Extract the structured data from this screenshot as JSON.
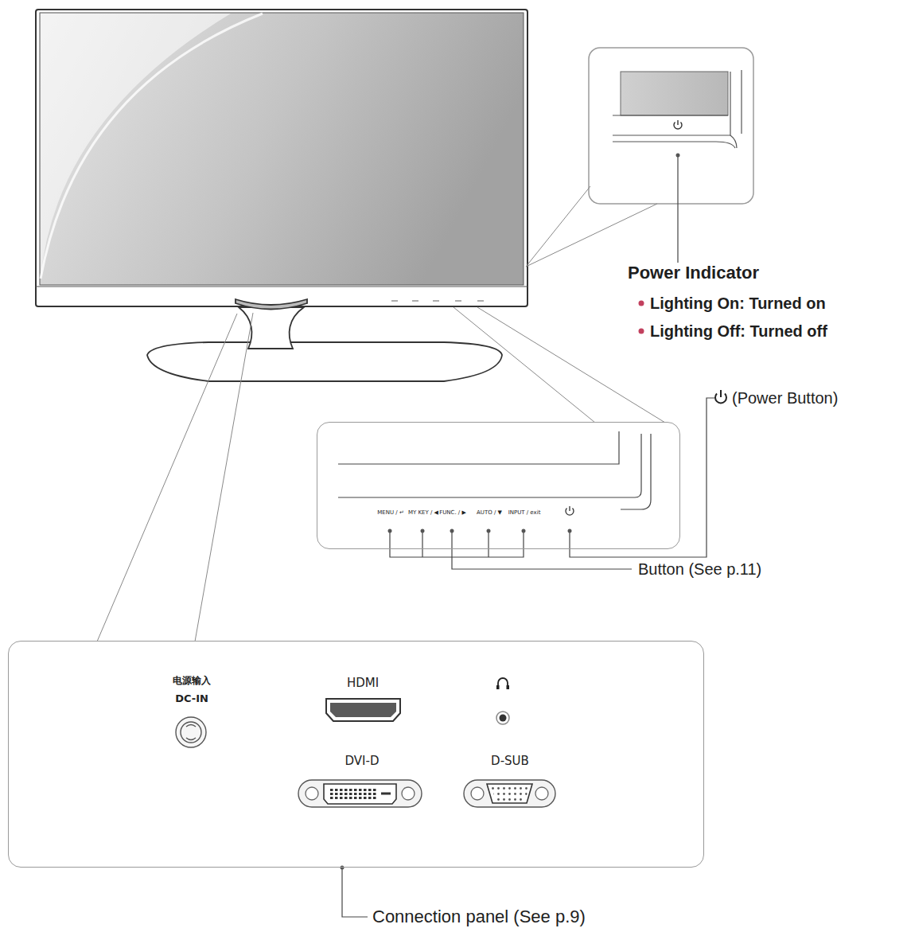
{
  "diagram": {
    "nodes": [
      {
        "text": [
          "MENU / ↵",
          "MY KEY / ◀",
          "FUNC. / ▶",
          "AUTO / ▼",
          "INPUT / exit"
        ]
      },
      {
        "text": [
          "电源输入",
          "DC-IN",
          "HDMI",
          "DVI-D",
          "D-SUB"
        ]
      }
    ],
    "labels": [
      "Power Indicator",
      "Lighting On: Turned on",
      "Lighting Off: Turned off",
      "(Power Button)",
      "Button (See p.11)",
      "Connection panel (See p.9)"
    ]
  }
}
